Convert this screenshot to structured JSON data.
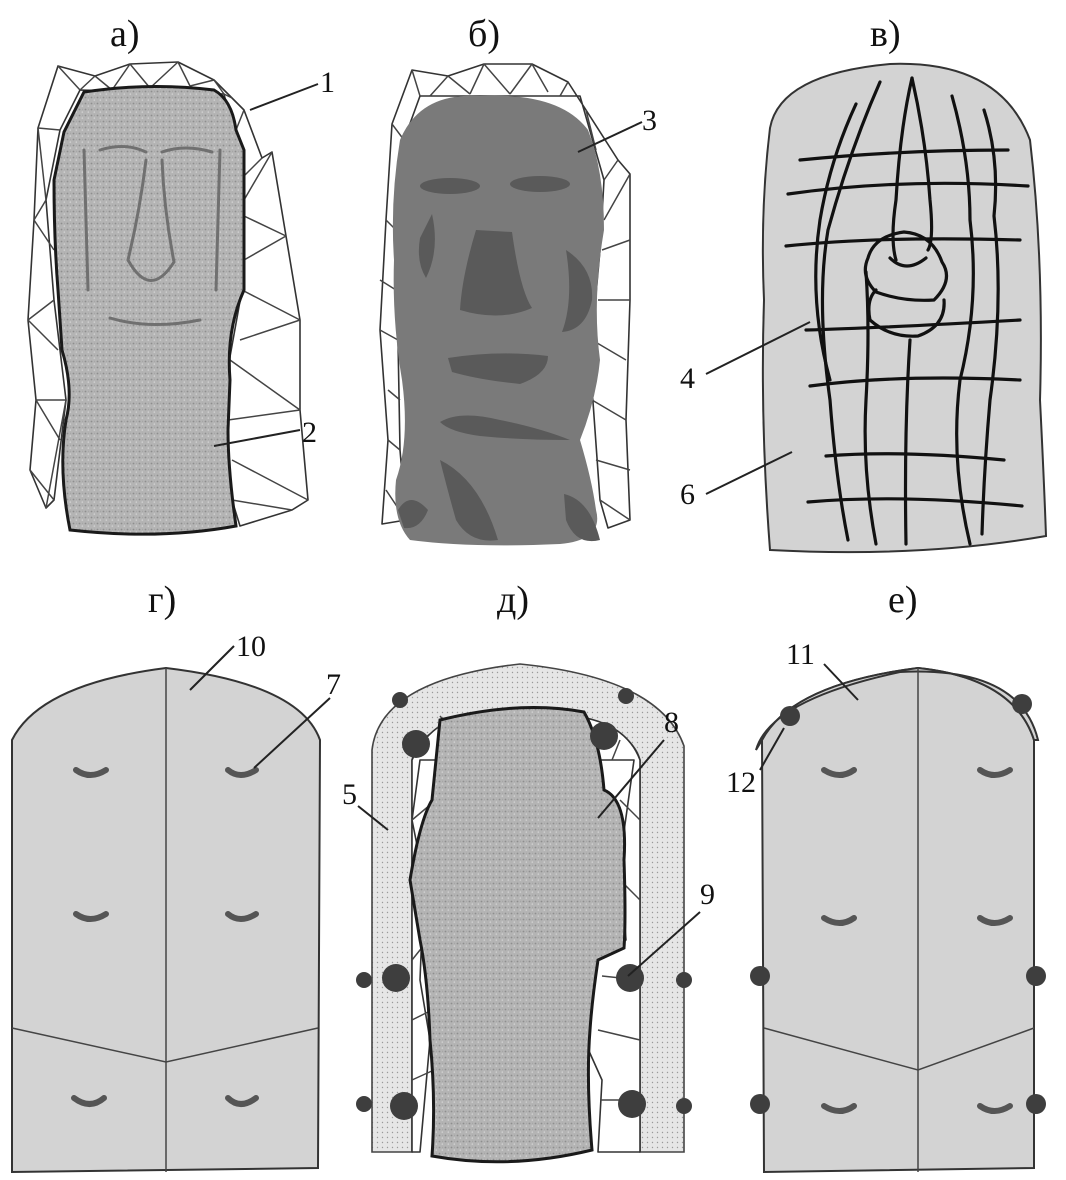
{
  "panels": {
    "a": "а)",
    "b": "б)",
    "v": "в)",
    "g": "г)",
    "d": "д)",
    "e": "е)"
  },
  "callouts": [
    "1",
    "2",
    "3",
    "4",
    "5",
    "6",
    "7",
    "8",
    "9",
    "10",
    "11",
    "12"
  ],
  "colors": {
    "sheet_fill": "#d3d3d3",
    "silhouette_fill": "#7a7a7a",
    "silhouette_dark": "#5a5a5a",
    "fastener": "#3e3e3e"
  }
}
